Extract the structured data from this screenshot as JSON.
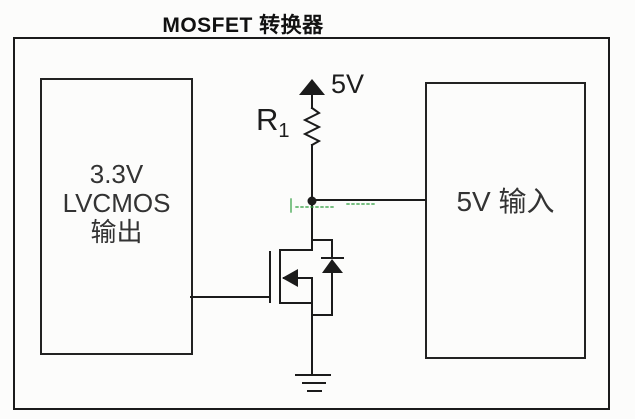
{
  "title": "MOSFET 转换器",
  "left_box": {
    "lines": [
      "3.3V",
      "LVCMOS",
      "输出"
    ]
  },
  "right_box": {
    "label": "5V 输入"
  },
  "supply": {
    "label": "5V"
  },
  "resistor": {
    "name": "R",
    "subscript": "1"
  },
  "colors": {
    "ink": "#1b1b1b",
    "background": "#fcfcfb",
    "watermark_green": "#2f9e3f"
  }
}
